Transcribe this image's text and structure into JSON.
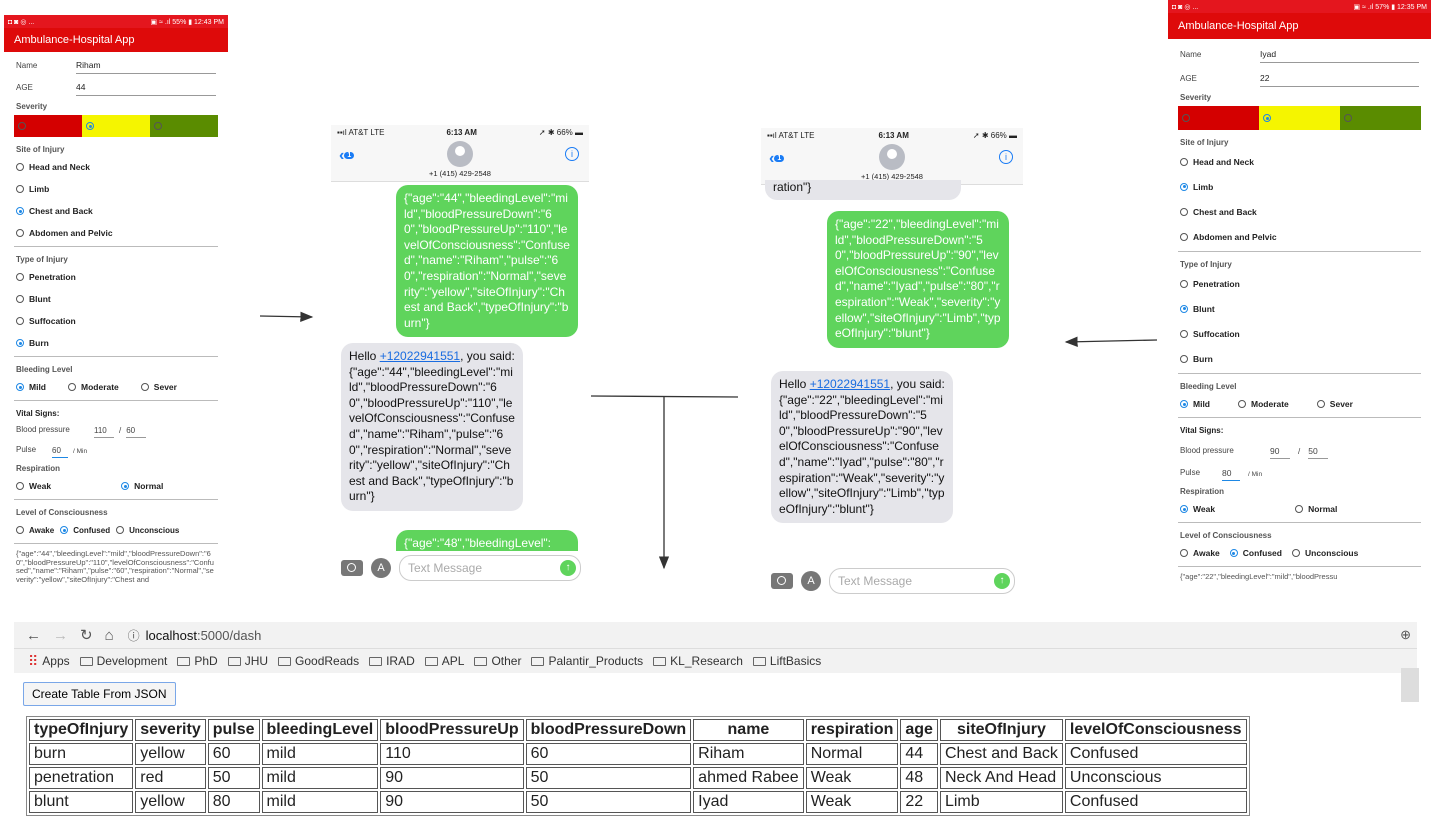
{
  "left_app": {
    "status_left": "◘ ◙ ◎ ...",
    "status_right": "▣ ≈ .ıl 55% ▮ 12:43 PM",
    "title": "Ambulance-Hospital App",
    "name_label": "Name",
    "name_value": "Riham",
    "age_label": "AGE",
    "age_value": "44",
    "severity_label": "Severity",
    "severity_selected": "yellow",
    "site_label": "Site of Injury",
    "sites": [
      "Head and Neck",
      "Limb",
      "Chest and Back",
      "Abdomen and Pelvic"
    ],
    "site_selected": 2,
    "type_label": "Type of Injury",
    "types": [
      "Penetration",
      "Blunt",
      "Suffocation",
      "Burn"
    ],
    "type_selected": 3,
    "bleeding_label": "Bleeding Level",
    "bleeding": [
      "Mild",
      "Moderate",
      "Sever"
    ],
    "bleeding_selected": 0,
    "vital_label": "Vital Signs:",
    "bp_label": "Blood pressure",
    "bp_up": "110",
    "bp_sep": "/",
    "bp_down": "60",
    "pulse_label": "Pulse",
    "pulse_value": "60",
    "pulse_unit": "/ Min",
    "resp_label": "Respiration",
    "resp": [
      "Weak",
      "Normal"
    ],
    "resp_selected": 1,
    "loc_label": "Level of Consciousness",
    "loc": [
      "Awake",
      "Confused",
      "Unconscious"
    ],
    "loc_selected": 1,
    "json_text": "{\"age\":\"44\",\"bleedingLevel\":\"mild\",\"bloodPressureDown\":\"60\",\"bloodPressureUp\":\"110\",\"levelOfConsciousness\":\"Confused\",\"name\":\"Riham\",\"pulse\":\"60\",\"respiration\":\"Normal\",\"severity\":\"yellow\",\"siteOfInjury\":\"Chest and"
  },
  "right_app": {
    "status_left": "◘ ◙ ◎ ...",
    "status_right": "▣ ≈ .ıl 57% ▮ 12:35 PM",
    "title": "Ambulance-Hospital App",
    "name_label": "Name",
    "name_value": "Iyad",
    "age_label": "AGE",
    "age_value": "22",
    "severity_label": "Severity",
    "site_label": "Site of Injury",
    "sites": [
      "Head and Neck",
      "Limb",
      "Chest and Back",
      "Abdomen and Pelvic"
    ],
    "site_selected": 1,
    "type_label": "Type of Injury",
    "types": [
      "Penetration",
      "Blunt",
      "Suffocation",
      "Burn"
    ],
    "type_selected": 1,
    "bleeding_label": "Bleeding Level",
    "bleeding": [
      "Mild",
      "Moderate",
      "Sever"
    ],
    "bleeding_selected": 0,
    "vital_label": "Vital Signs:",
    "bp_label": "Blood pressure",
    "bp_up": "90",
    "bp_sep": "/",
    "bp_down": "50",
    "pulse_label": "Pulse",
    "pulse_value": "80",
    "pulse_unit": "/ Min",
    "resp_label": "Respiration",
    "resp": [
      "Weak",
      "Normal"
    ],
    "resp_selected": 0,
    "loc_label": "Level of Consciousness",
    "loc": [
      "Awake",
      "Confused",
      "Unconscious"
    ],
    "loc_selected": 1,
    "json_text": "{\"age\":\"22\",\"bleedingLevel\":\"mild\",\"bloodPressu"
  },
  "phone1": {
    "carrier": "▪▪ıl AT&T  LTE",
    "time": "6:13 AM",
    "battery": "➚ ✱ 66% ▬",
    "back_badge": "1",
    "number": "+1 (415) 429-2548",
    "sent": "{\"age\":\"44\",\"bleedingLevel\":\"mild\",\"bloodPressureDown\":\"60\",\"bloodPressureUp\":\"110\",\"levelOfConsciousness\":\"Confused\",\"name\":\"Riham\",\"pulse\":\"60\",\"respiration\":\"Normal\",\"severity\":\"yellow\",\"siteOfInjury\":\"Chest and Back\",\"typeOfInjury\":\"burn\"}",
    "reply_prefix": "Hello ",
    "reply_link": "+12022941551",
    "reply_mid": ", you said:",
    "reply_body": "{\"age\":\"44\",\"bleedingLevel\":\"mild\",\"bloodPressureDown\":\"60\",\"bloodPressureUp\":\"110\",\"levelOfConsciousness\":\"Confused\",\"name\":\"Riham\",\"pulse\":\"60\",\"respiration\":\"Normal\",\"severity\":\"yellow\",\"siteOfInjury\":\"Chest and Back\",\"typeOfInjury\":\"burn\"}",
    "next": "{\"age\":\"48\",\"bleedingLevel\":",
    "placeholder": "Text Message"
  },
  "phone2": {
    "carrier": "▪▪ıl AT&T  LTE",
    "time": "6:13 AM",
    "battery": "➚ ✱ 66% ▬",
    "back_badge": "1",
    "number": "+1 (415) 429-2548",
    "prev": "ration\"}",
    "sent": "{\"age\":\"22\",\"bleedingLevel\":\"mild\",\"bloodPressureDown\":\"50\",\"bloodPressureUp\":\"90\",\"levelOfConsciousness\":\"Confused\",\"name\":\"Iyad\",\"pulse\":\"80\",\"respiration\":\"Weak\",\"severity\":\"yellow\",\"siteOfInjury\":\"Limb\",\"typeOfInjury\":\"blunt\"}",
    "reply_prefix": "Hello ",
    "reply_link": "+12022941551",
    "reply_mid": ", you said:",
    "reply_body": "{\"age\":\"22\",\"bleedingLevel\":\"mild\",\"bloodPressureDown\":\"50\",\"bloodPressureUp\":\"90\",\"levelOfConsciousness\":\"Confused\",\"name\":\"Iyad\",\"pulse\":\"80\",\"respiration\":\"Weak\",\"severity\":\"yellow\",\"siteOfInjury\":\"Limb\",\"typeOfInjury\":\"blunt\"}",
    "placeholder": "Text Message"
  },
  "browser": {
    "url_host": "localhost",
    "url_path": ":5000/dash",
    "bookmarks": [
      "Apps",
      "Development",
      "PhD",
      "JHU",
      "GoodReads",
      "IRAD",
      "APL",
      "Other",
      "Palantir_Products",
      "KL_Research",
      "LiftBasics"
    ],
    "button": "Create Table From JSON",
    "columns": [
      "typeOfInjury",
      "severity",
      "pulse",
      "bleedingLevel",
      "bloodPressureUp",
      "bloodPressureDown",
      "name",
      "respiration",
      "age",
      "siteOfInjury",
      "levelOfConsciousness"
    ],
    "rows": [
      [
        "burn",
        "yellow",
        "60",
        "mild",
        "110",
        "60",
        "Riham",
        "Normal",
        "44",
        "Chest and Back",
        "Confused"
      ],
      [
        "penetration",
        "red",
        "50",
        "mild",
        "90",
        "50",
        "ahmed Rabee",
        "Weak",
        "48",
        "Neck And Head",
        "Unconscious"
      ],
      [
        "blunt",
        "yellow",
        "80",
        "mild",
        "90",
        "50",
        "Iyad",
        "Weak",
        "22",
        "Limb",
        "Confused"
      ]
    ]
  },
  "colors": {
    "red": "#d40000",
    "yellow": "#f5f500",
    "green": "#5a8c00",
    "appbar": "#de0a0a",
    "bubble_green": "#5fd45c"
  }
}
